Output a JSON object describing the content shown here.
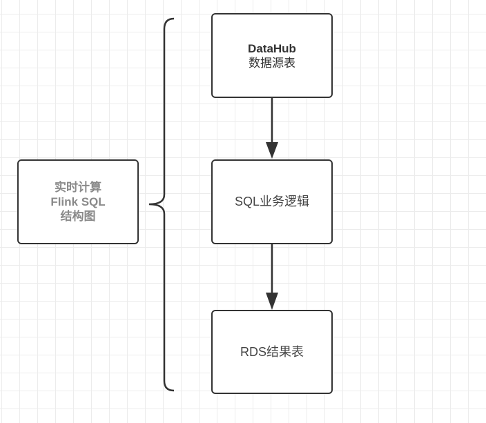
{
  "root": {
    "lines": [
      "实时计算",
      "Flink SQL",
      "结构图"
    ]
  },
  "nodes": [
    {
      "lines": [
        "DataHub",
        "数据源表"
      ]
    },
    {
      "lines": [
        "SQL业务逻辑"
      ]
    },
    {
      "lines": [
        "RDS结果表"
      ]
    }
  ],
  "colors": {
    "stroke": "#333333",
    "root_text": "#8a8a8a",
    "text": "#333333"
  }
}
